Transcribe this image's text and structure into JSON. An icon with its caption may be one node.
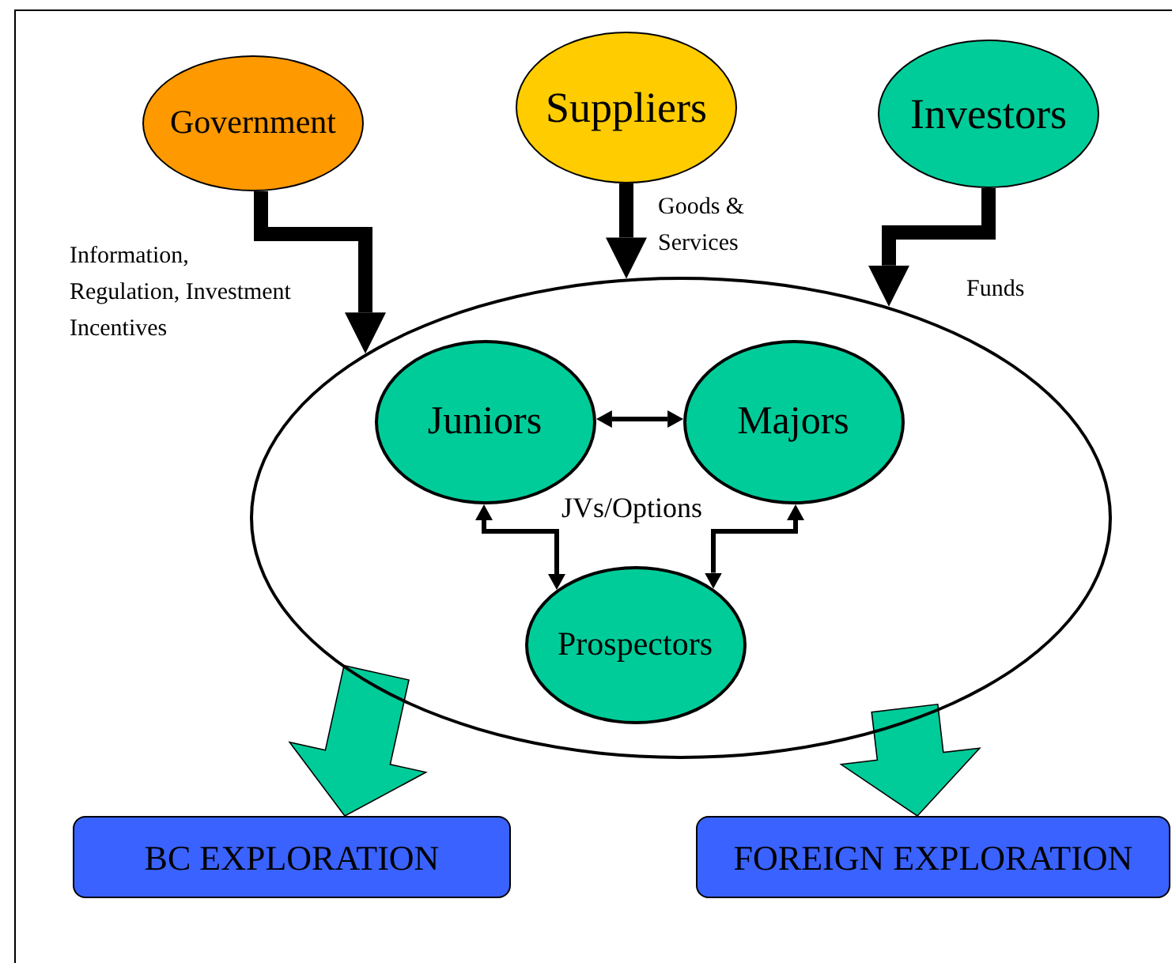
{
  "diagram": {
    "nodes": [
      {
        "text": [
          "Government"
        ]
      },
      {
        "text": [
          "Suppliers"
        ]
      },
      {
        "text": [
          "Investors"
        ]
      },
      {
        "text": [],
        "shape": "ellipse"
      },
      {
        "text": [
          "Juniors"
        ],
        "in": 3
      },
      {
        "text": [
          "Majors"
        ],
        "in": 3
      },
      {
        "text": [
          "Prospectors"
        ],
        "in": 3
      },
      {
        "text": [
          "BC EXPLORATION"
        ]
      },
      {
        "text": [
          "FOREIGN EXPLORATION"
        ]
      }
    ],
    "edges": [
      {
        "from": 0,
        "to": 3,
        "arrow": "to",
        "style": "thick",
        "label": "Information, Regulation, Investment Incentives"
      },
      {
        "from": 1,
        "to": 3,
        "arrow": "to",
        "style": "thick",
        "label": "Goods & Services"
      },
      {
        "from": 2,
        "to": 3,
        "arrow": "to",
        "style": "thick",
        "label": "Funds"
      },
      {
        "from": 4,
        "to": 5,
        "arrow": "both"
      },
      {
        "from": 4,
        "to": 6,
        "arrow": "both"
      },
      {
        "from": 5,
        "to": 6,
        "arrow": "both"
      },
      {
        "from": 3,
        "to": 7,
        "arrow": "to",
        "style": "thick",
        "color": "#00cc99"
      },
      {
        "from": 3,
        "to": 8,
        "arrow": "to",
        "style": "thick",
        "color": "#00cc99"
      }
    ],
    "labels": [
      "JVs/Options"
    ]
  }
}
